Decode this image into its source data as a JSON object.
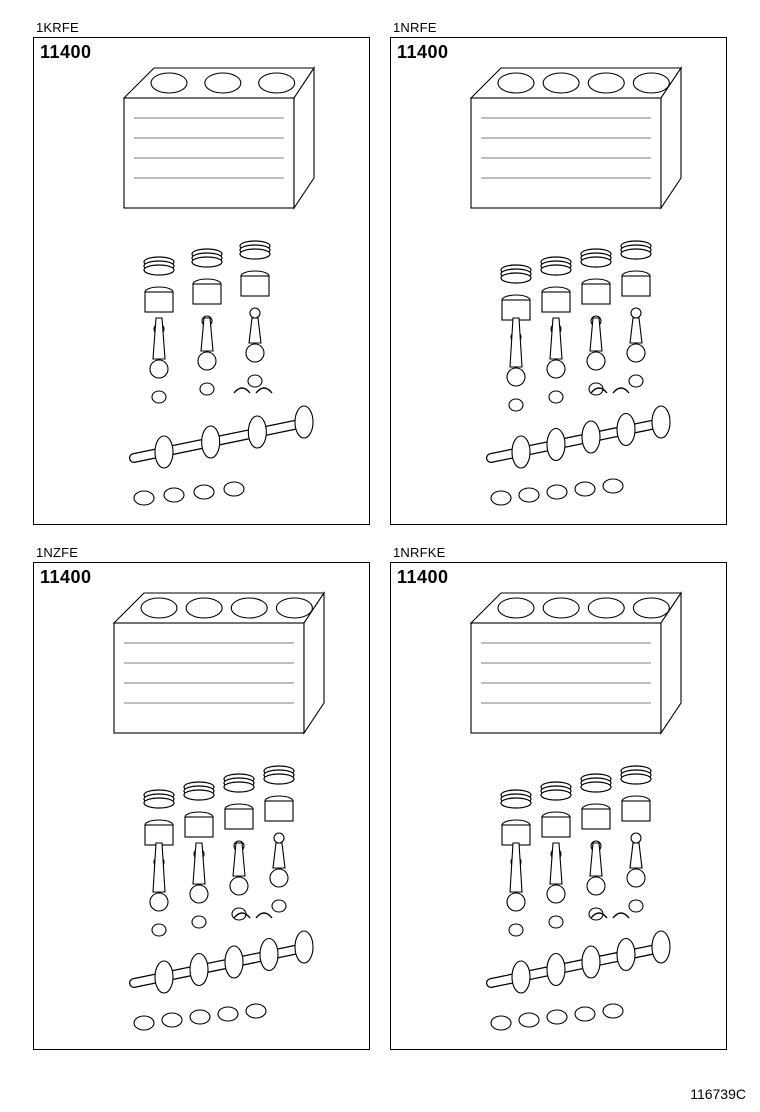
{
  "panels": [
    {
      "engine": "1KRFE",
      "part_number": "11400",
      "cylinders": 3
    },
    {
      "engine": "1NRFE",
      "part_number": "11400",
      "cylinders": 4
    },
    {
      "engine": "1NZFE",
      "part_number": "11400",
      "cylinders": 4
    },
    {
      "engine": "1NRFKE",
      "part_number": "11400",
      "cylinders": 4
    }
  ],
  "footer_code": "116739C"
}
